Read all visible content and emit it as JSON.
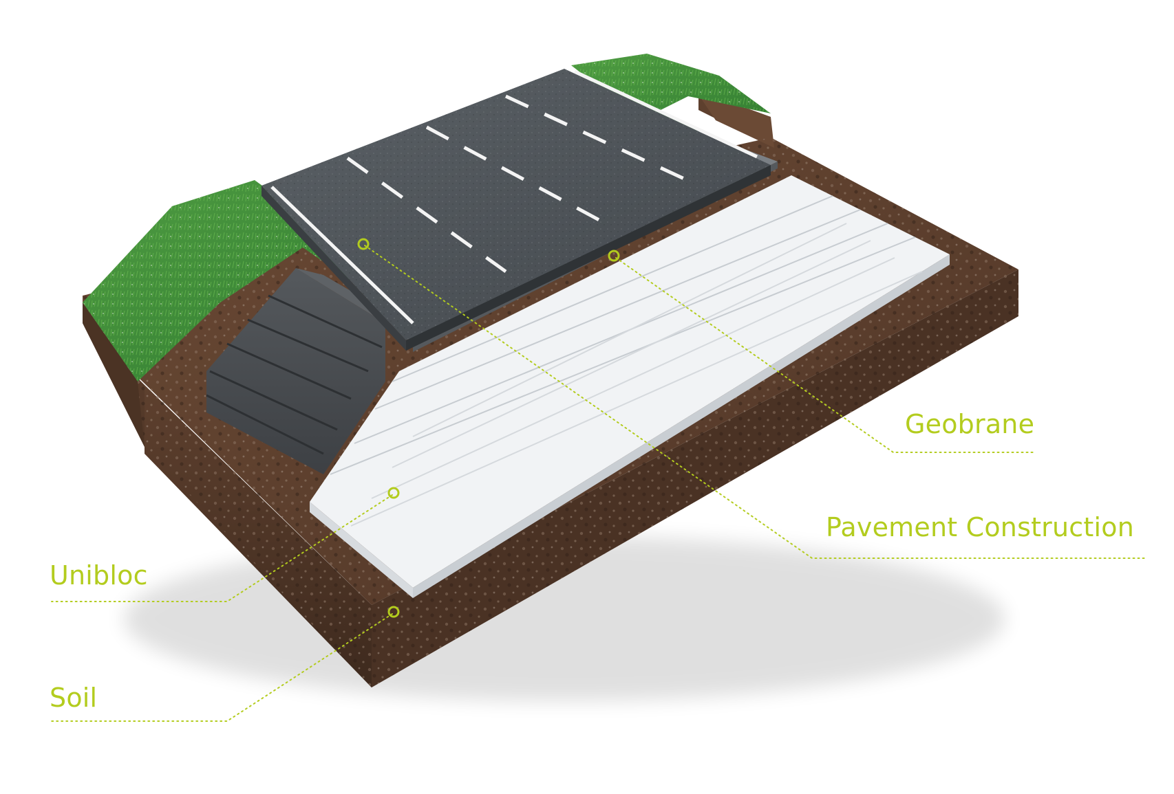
{
  "diagram": {
    "accent_color": "#b3cc1e",
    "layers": [
      {
        "id": "geobrane",
        "label": "Geobrane"
      },
      {
        "id": "pavement",
        "label": "Pavement Construction"
      },
      {
        "id": "unibloc",
        "label": "Unibloc"
      },
      {
        "id": "soil",
        "label": "Soil"
      }
    ],
    "colors": {
      "asphalt": "#4d5358",
      "road_marking": "#f4f4f4",
      "grass": "#3f8f3a",
      "soil": "#5a3d2c",
      "blocks": "#f1f3f5",
      "geobrane_steps": "#4a4e52"
    }
  }
}
